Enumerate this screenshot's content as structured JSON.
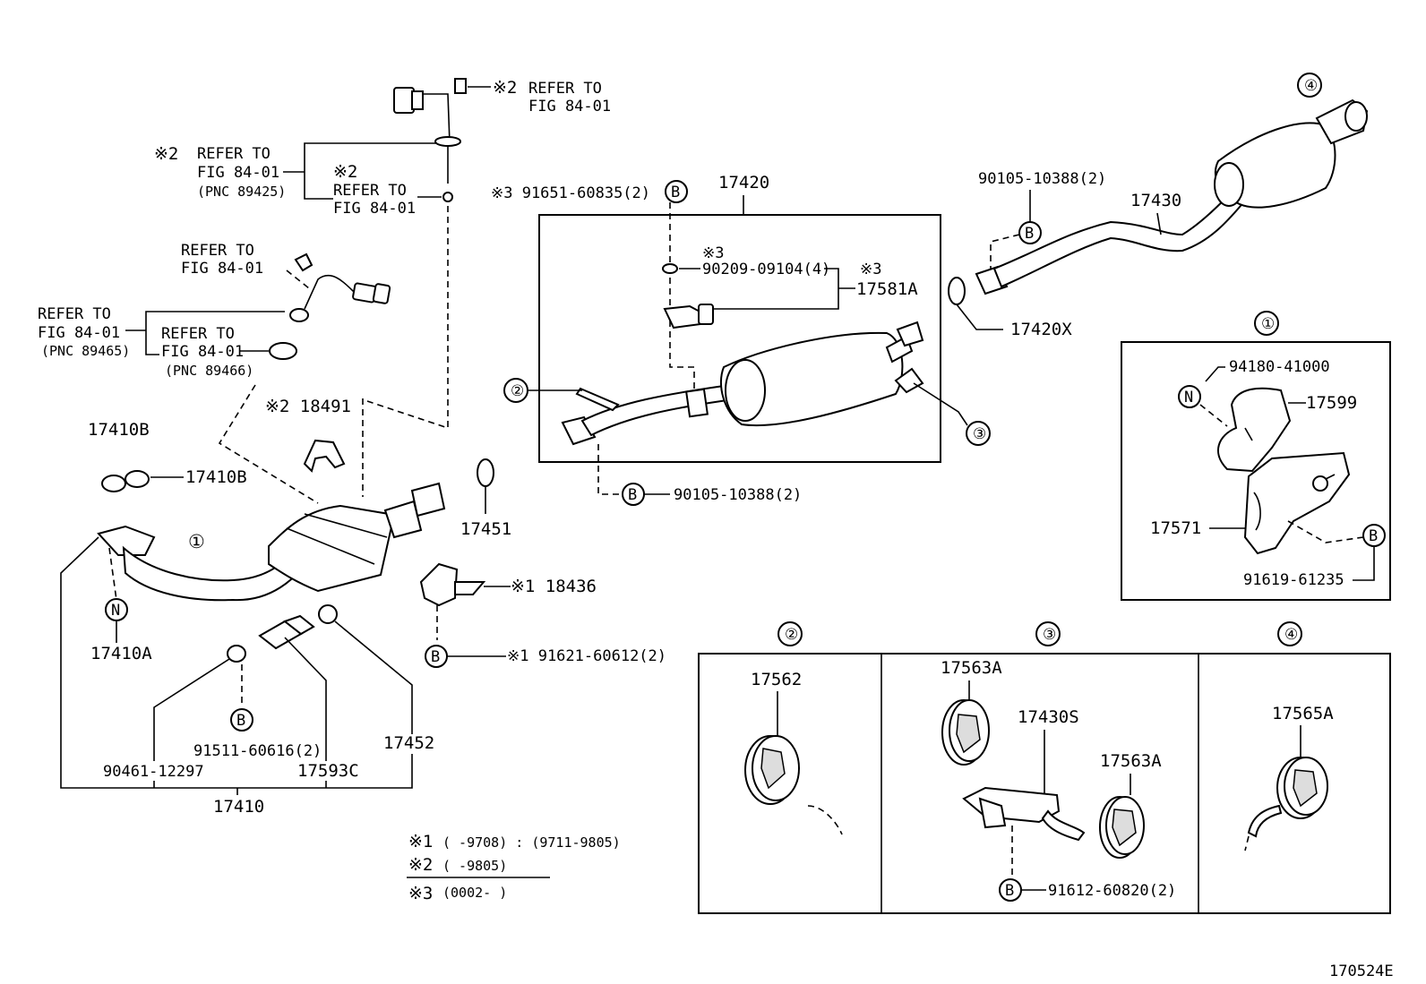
{
  "refs": {
    "r2_top_mark": "※2",
    "r2_top_line1": "REFER TO",
    "r2_top_line2": "FIG 84-01",
    "r2_left_mark": "※2",
    "r2_left_line1": "REFER TO",
    "r2_left_line2": "FIG 84-01",
    "r2_left_pnc": "(PNC 89425)",
    "r2_mid_mark": "※2",
    "r2_mid_line1": "REFER TO",
    "r2_mid_line2": "FIG 84-01",
    "ref_a_line1": "REFER TO",
    "ref_a_line2": "FIG 84-01",
    "ref_b_line1": "REFER TO",
    "ref_b_line2": "FIG 84-01",
    "ref_b_pnc": "(PNC 89465)",
    "ref_c_line1": "REFER TO",
    "ref_c_line2": "FIG 84-01",
    "ref_c_pnc": "(PNC 89466)"
  },
  "parts": {
    "p18491": "※2 18491",
    "p17410B_a": "17410B",
    "p17410B_b": "17410B",
    "p17451": "17451",
    "p18436": "※1 18436",
    "p91621": "※1 91621-60612(2)",
    "p17410A": "17410A",
    "p90461": "90461-12297",
    "p91511": "91511-60616(2)",
    "p17593C": "17593C",
    "p17452": "17452",
    "p17410": "17410",
    "p17420": "17420",
    "p91651": "※3 91651-60835(2)",
    "p90209_mark": "※3",
    "p90209": "90209-09104(4)",
    "p17581A_mark": "※3",
    "p17581A": "17581A",
    "p90105_bottom": "90105-10388(2)",
    "p90105_top": "90105-10388(2)",
    "p17430": "17430",
    "p17420X": "17420X",
    "p94180": "94180-41000",
    "p17599": "17599",
    "p17571": "17571",
    "p91619": "91619-61235",
    "p17562": "17562",
    "p17563A_a": "17563A",
    "p17430S": "17430S",
    "p17563A_b": "17563A",
    "p91612": "91612-60820(2)",
    "p17565A": "17565A"
  },
  "markers": {
    "m1": "①",
    "m2": "②",
    "m3": "③",
    "m4": "④",
    "b": "B",
    "n": "N"
  },
  "notes": {
    "n1_mark": "※1",
    "n1_text": "(      -9708) : (9711-9805)",
    "n2_mark": "※2",
    "n2_text": "(      -9805)",
    "n3_mark": "※3",
    "n3_text": "(0002-        )"
  },
  "figure_id": "170524E"
}
